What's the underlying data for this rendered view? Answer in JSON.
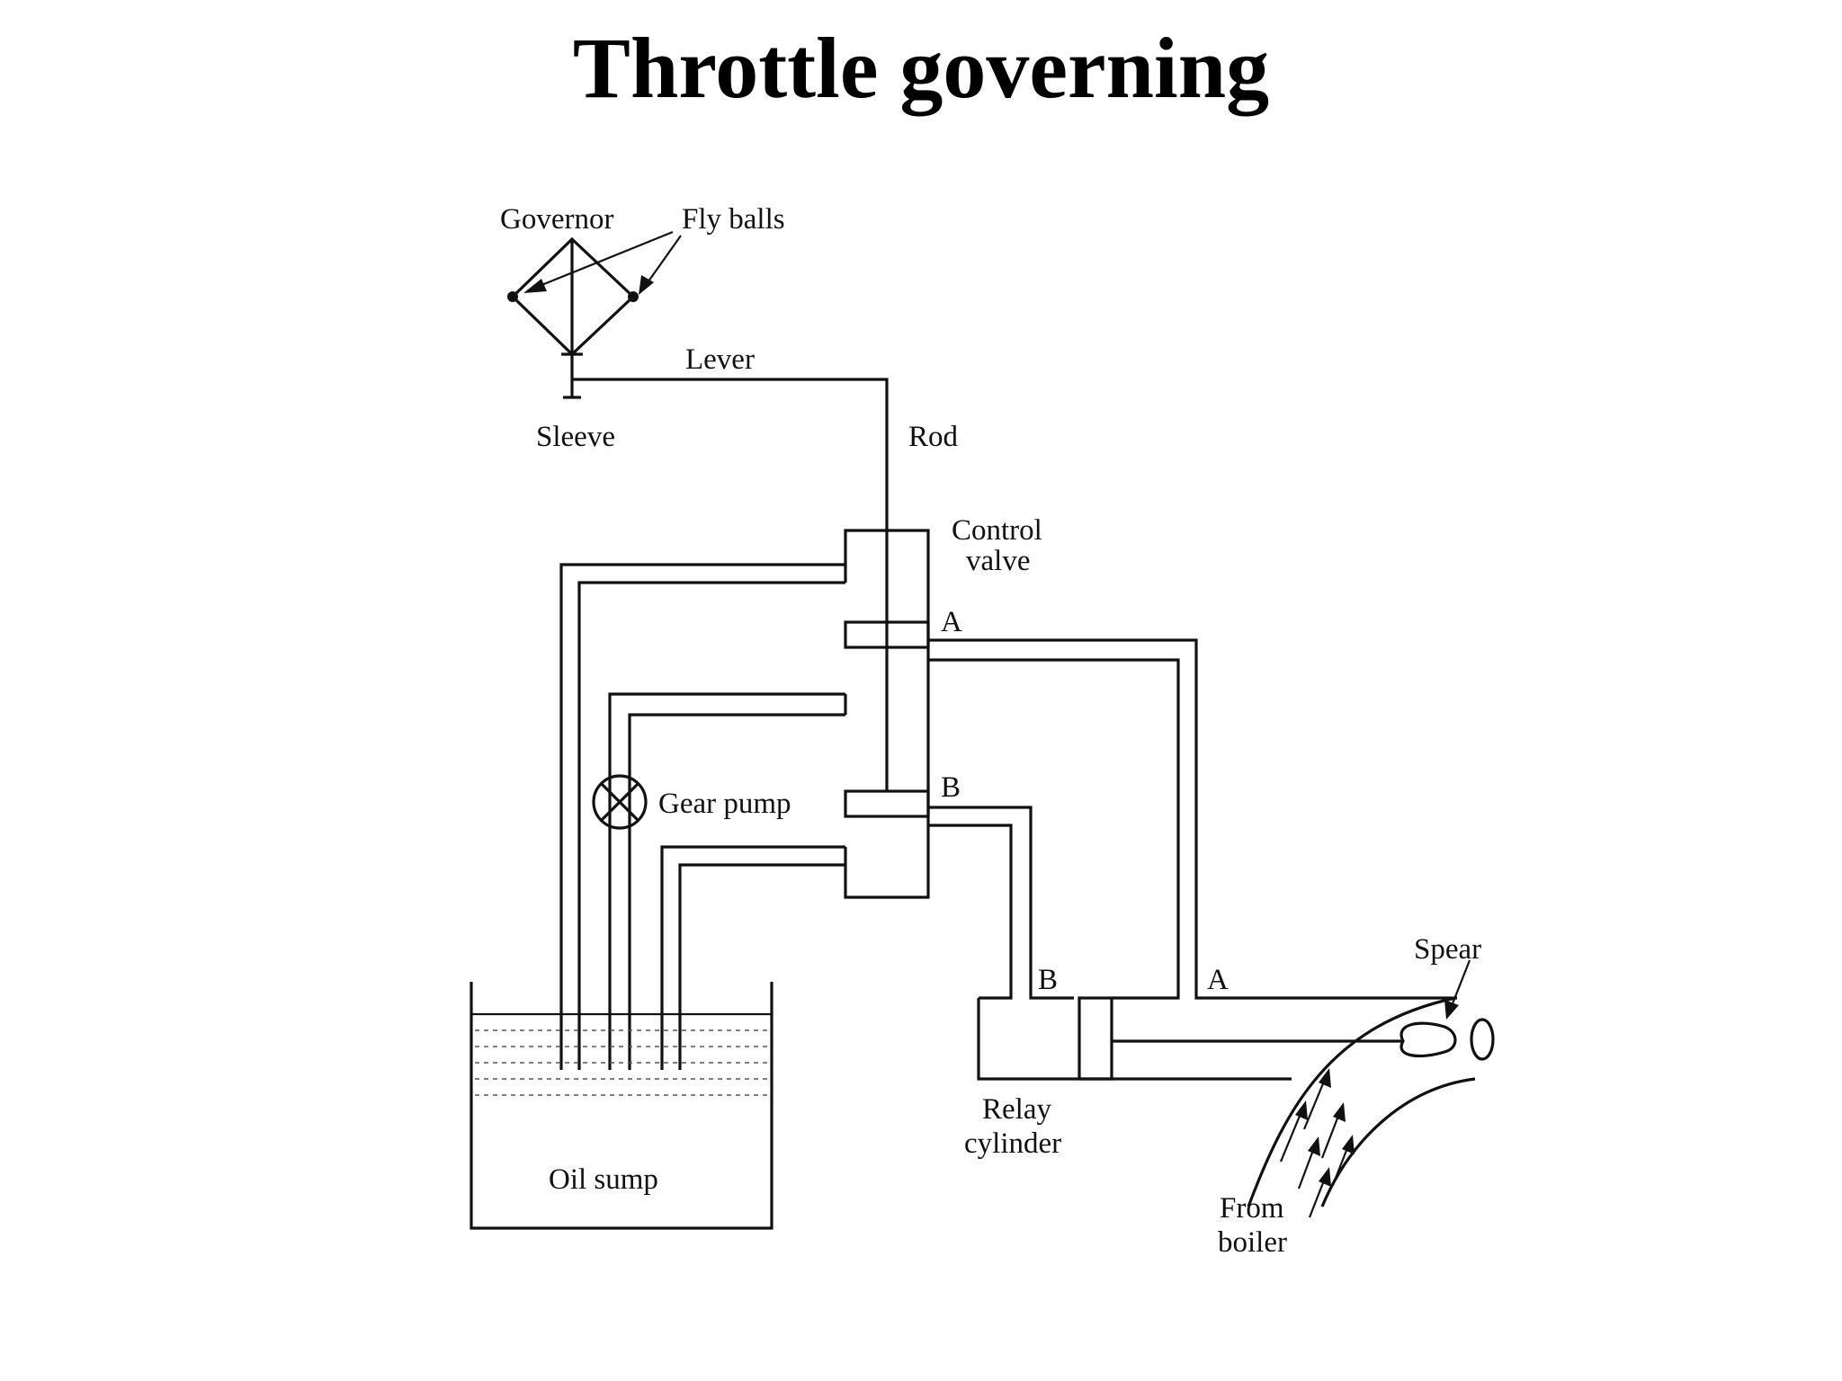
{
  "title": "Throttle governing",
  "labels": {
    "governor": "Governor",
    "fly_balls": "Fly balls",
    "lever": "Lever",
    "sleeve": "Sleeve",
    "rod": "Rod",
    "control_valve_line1": "Control",
    "control_valve_line2": "valve",
    "port_a_valve": "A",
    "port_b_valve": "B",
    "gear_pump": "Gear pump",
    "port_b_cylinder": "B",
    "port_a_cylinder": "A",
    "spear": "Spear",
    "relay_cylinder_line1": "Relay",
    "relay_cylinder_line2": "cylinder",
    "oil_sump": "Oil sump",
    "from_boiler_line1": "From",
    "from_boiler_line2": "boiler"
  },
  "style": {
    "line_color": "#111111",
    "background": "#ffffff"
  }
}
